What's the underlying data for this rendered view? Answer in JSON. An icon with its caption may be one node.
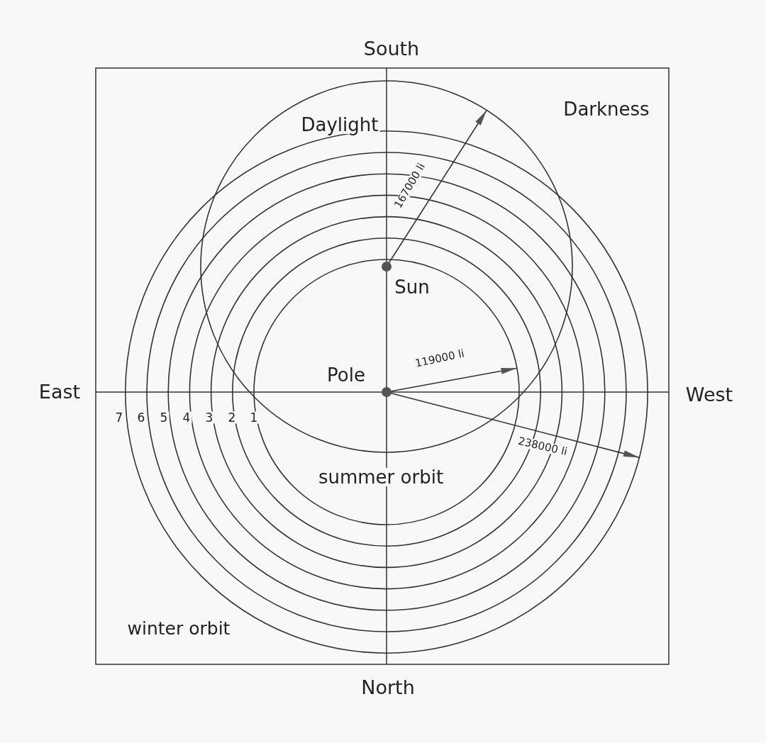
{
  "diagram": {
    "labels": [
      "South",
      "Darkness",
      "Daylight",
      "167000 li",
      "Sun",
      "Pole",
      "119000 li",
      "East",
      "West",
      "7",
      "6",
      "5",
      "4",
      "3",
      "2",
      "1",
      "238000 li",
      "summer orbit",
      "winter orbit",
      "North"
    ]
  }
}
